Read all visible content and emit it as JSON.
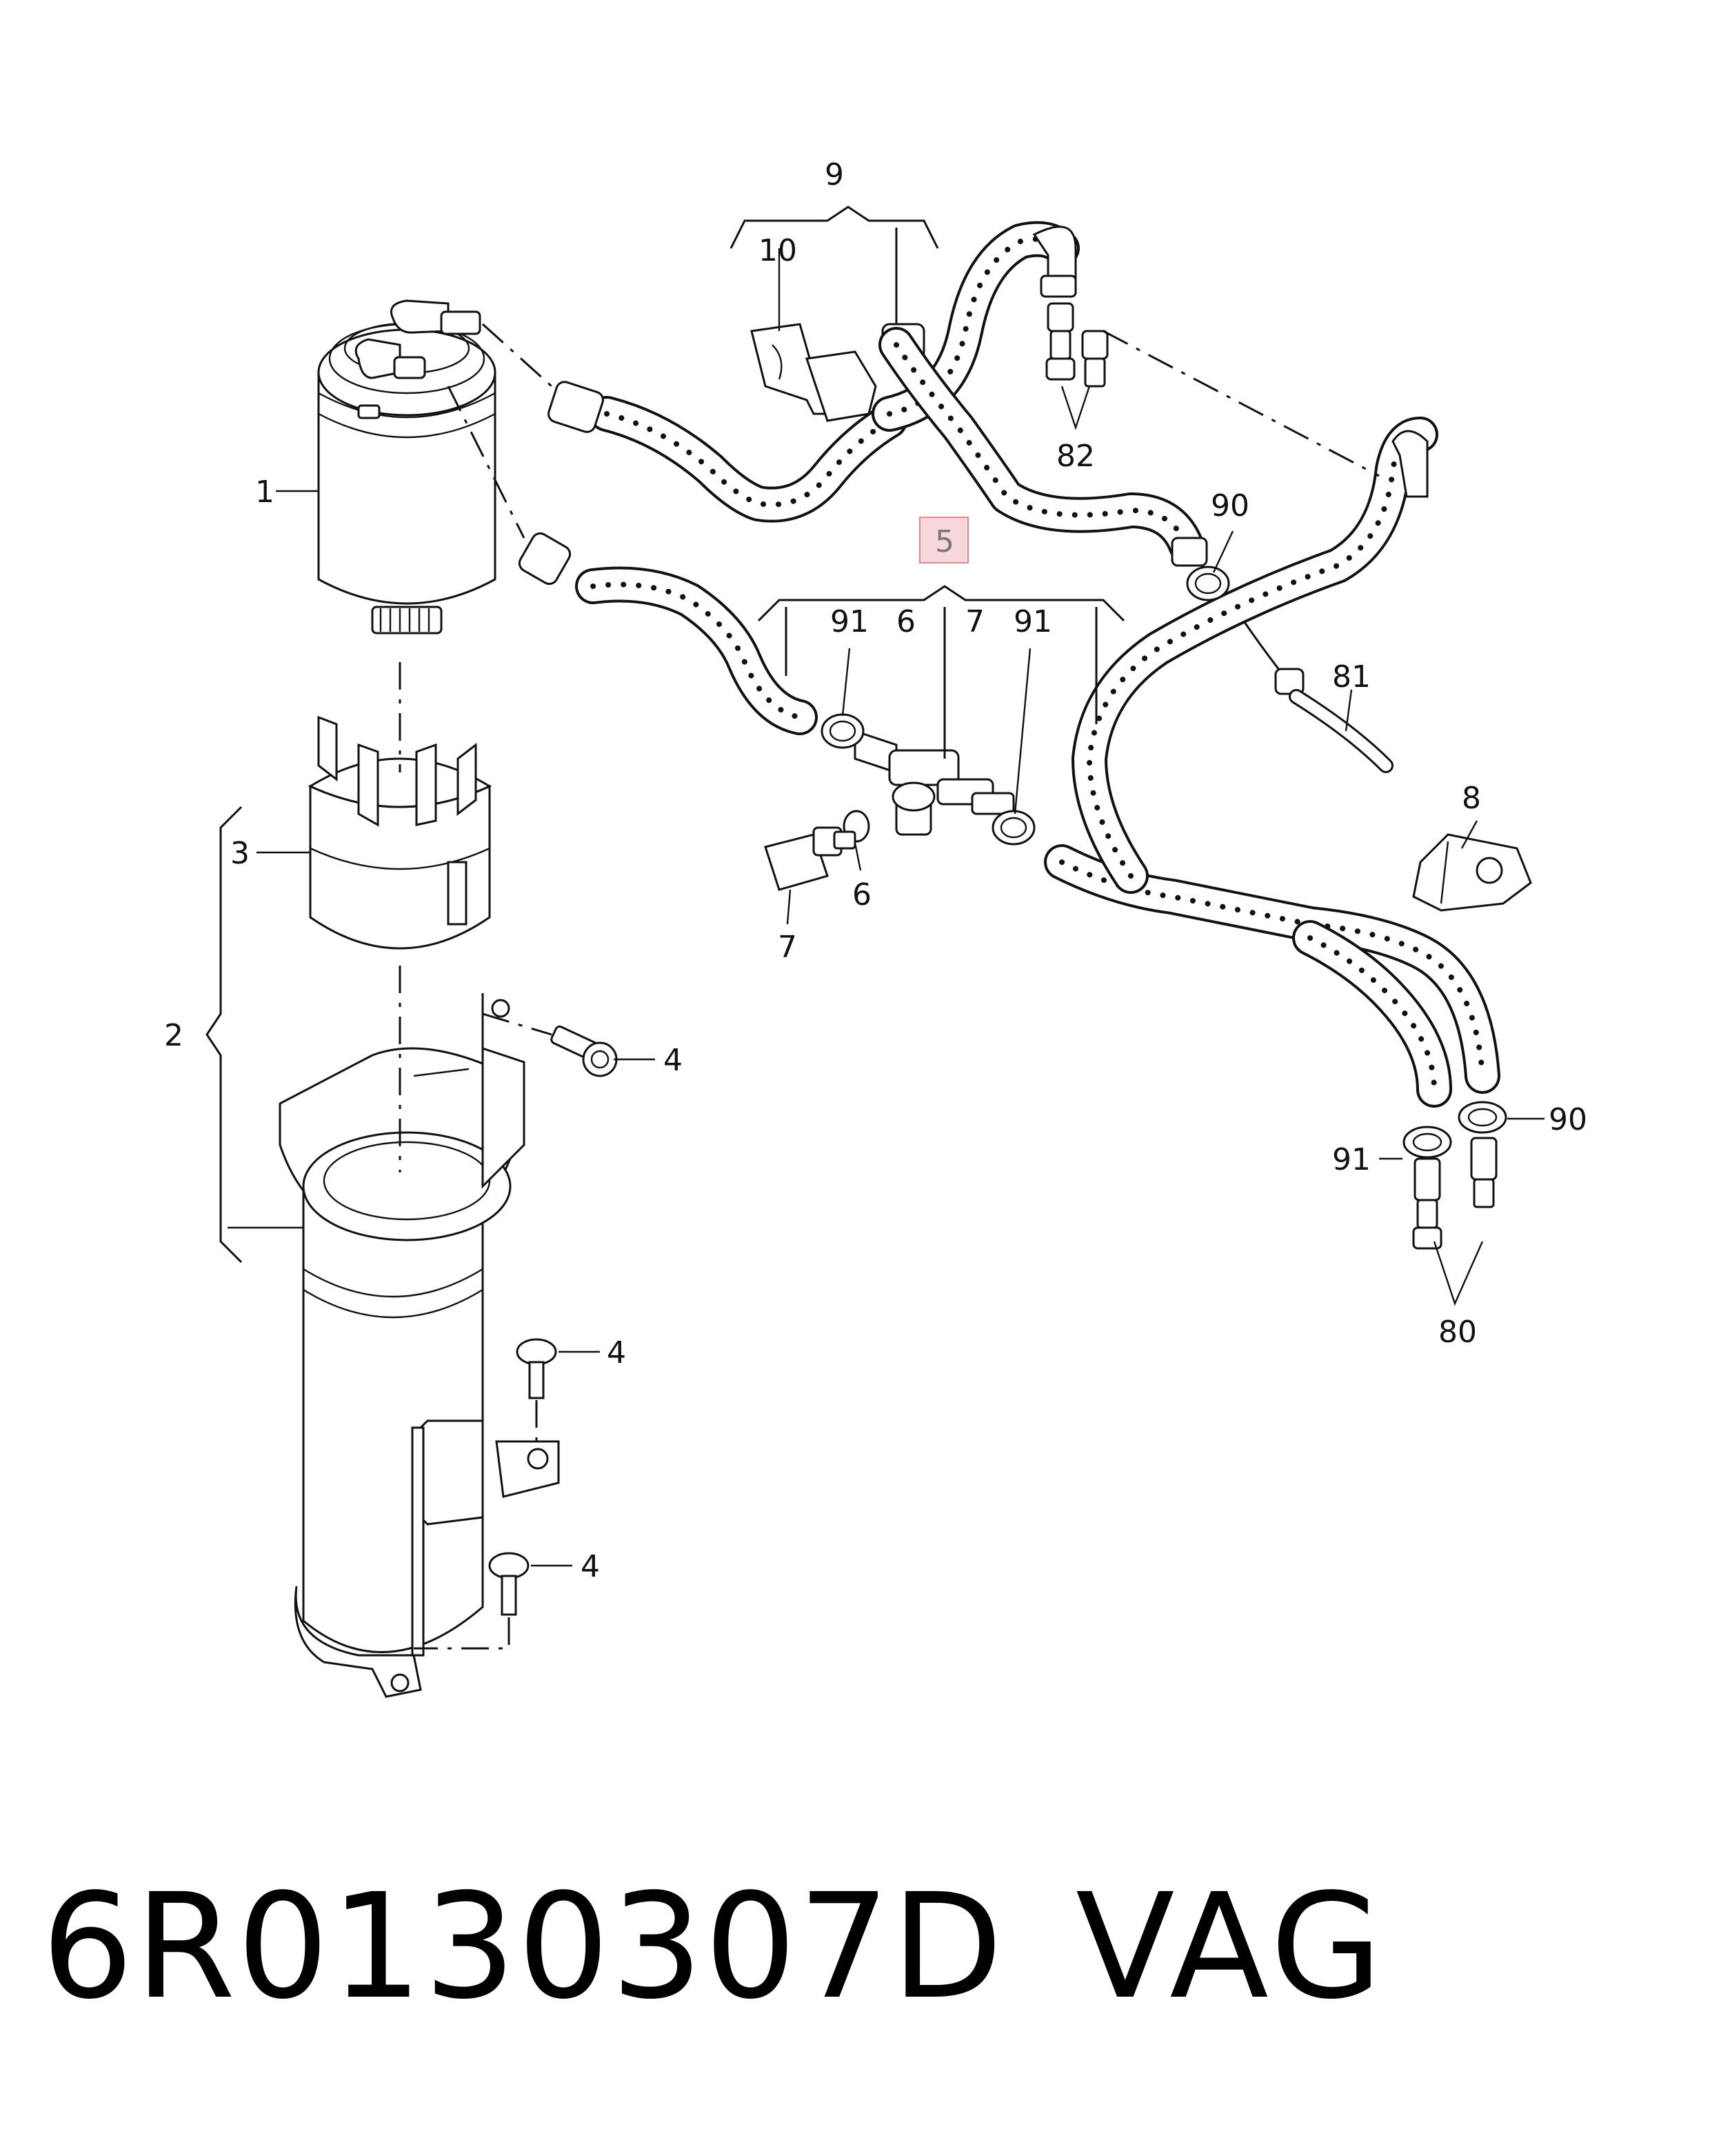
{
  "diagram": {
    "callouts": {
      "c1": "1",
      "c2": "2",
      "c3": "3",
      "c4a": "4",
      "c4b": "4",
      "c4c": "4",
      "c5": "5",
      "c6a": "6",
      "c6b": "6",
      "c7a": "7",
      "c7b": "7",
      "c8": "8",
      "c9": "9",
      "c10": "10",
      "c80": "80",
      "c81": "81",
      "c82": "82",
      "c90a": "90",
      "c90b": "90",
      "c91a": "91",
      "c91b": "91",
      "c91c": "91"
    },
    "highlight_color": "#f7d7dc",
    "highlight_border": "#e08a99"
  },
  "footer": {
    "part_number": "6R0130307D",
    "brand": "VAG"
  }
}
